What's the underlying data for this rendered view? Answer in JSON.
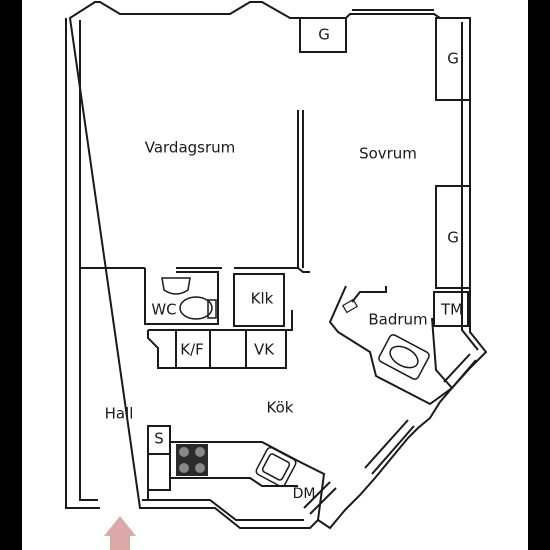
{
  "colors": {
    "background": "#000000",
    "paper": "#ffffff",
    "wall": "#1a1a1a",
    "entrance_arrow": "#dda8a8"
  },
  "rooms": {
    "vardagsrum": "Vardagsrum",
    "sovrum": "Sovrum",
    "badrum": "Badrum",
    "hall": "Hall",
    "kok": "Kök"
  },
  "fixtures": {
    "wardrobe_top_left": "G",
    "wardrobe_top_right": "G",
    "wardrobe_right_mid": "G",
    "tm": "TM",
    "wc": "WC",
    "klk": "Klk",
    "kf": "K/F",
    "vk": "VK",
    "s": "S",
    "dm": "DM"
  },
  "icons": {
    "entrance": "entrance-arrow-icon",
    "stove": "stove-icon",
    "kitchen_sink": "kitchen-sink-icon",
    "bath_sink": "bathroom-sink-icon",
    "toilet": "toilet-icon",
    "wc_basin": "basin-icon",
    "faucet": "faucet-icon"
  }
}
